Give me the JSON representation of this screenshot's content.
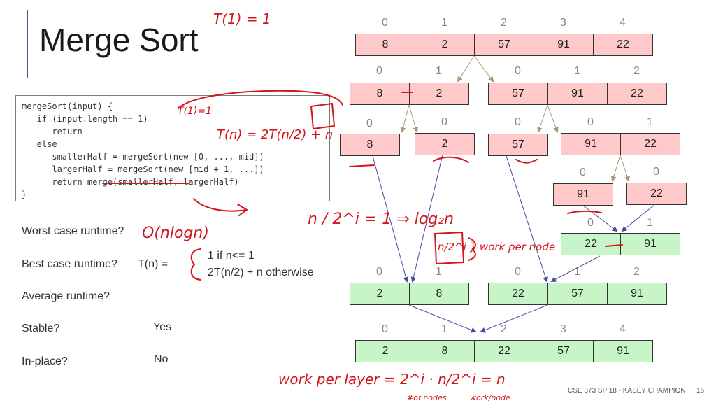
{
  "slide": {
    "title": "Merge Sort",
    "footer": "CSE 373 SP 18 - KASEY CHAMPION",
    "page_number": "16"
  },
  "code": {
    "lines": [
      "mergeSort(input) {",
      "   if (input.length == 1)",
      "      return",
      "   else",
      "      smallerHalf = mergeSort(new [0, ..., mid])",
      "      largerHalf = mergeSort(new [mid + 1, ...])",
      "      return merge(smallerHalf, largerHalf)",
      "}"
    ]
  },
  "questions": {
    "worst": "Worst case runtime?",
    "best": "Best case runtime?",
    "best_formula_prefix": "T(n) =",
    "best_case_1": "1 if n<= 1",
    "best_case_2": "2T(n/2) + n otherwise",
    "average": "Average runtime?",
    "stable": "Stable?",
    "stable_answer": "Yes",
    "inplace": "In-place?",
    "inplace_answer": "No"
  },
  "annotations": {
    "t1_top": "T(1) = 1",
    "t1_box": "T(1)=1",
    "tn": "T(n) = 2T(n/2) + n",
    "onlogn": "O(nlogn)",
    "n_over_2i": "n / 2^i = 1  ⇒  log₂n",
    "work_per_node": "n/2^i } work per node",
    "work_per_layer": "work per layer = 2^i · n/2^i = n",
    "num_nodes": "#of nodes",
    "work_node": "work/node"
  },
  "arrays": {
    "row1": {
      "indices": [
        "0",
        "1",
        "2",
        "3",
        "4"
      ],
      "values": [
        "8",
        "2",
        "57",
        "91",
        "22"
      ]
    },
    "row2": {
      "left": {
        "indices": [
          "0",
          "1"
        ],
        "values": [
          "8",
          "2"
        ]
      },
      "right": {
        "indices": [
          "0",
          "1",
          "2"
        ],
        "values": [
          "57",
          "91",
          "22"
        ]
      }
    },
    "row3": {
      "a": {
        "indices": [
          "0"
        ],
        "values": [
          "8"
        ]
      },
      "b": {
        "indices": [
          "0"
        ],
        "values": [
          "2"
        ]
      },
      "c": {
        "indices": [
          "0"
        ],
        "values": [
          "57"
        ]
      },
      "d": {
        "indices": [
          "0",
          "1"
        ],
        "values": [
          "91",
          "22"
        ]
      }
    },
    "row4": {
      "a": {
        "indices": [
          "0"
        ],
        "values": [
          "91"
        ]
      },
      "b": {
        "indices": [
          "0"
        ],
        "values": [
          "22"
        ]
      }
    },
    "row5": {
      "indices": [
        "0",
        "1"
      ],
      "values": [
        "22",
        "91"
      ]
    },
    "row6": {
      "left": {
        "indices": [
          "0",
          "1"
        ],
        "values": [
          "2",
          "8"
        ]
      },
      "right": {
        "indices": [
          "0",
          "1",
          "2"
        ],
        "values": [
          "22",
          "57",
          "91"
        ]
      }
    },
    "row7": {
      "indices": [
        "0",
        "1",
        "2",
        "3",
        "4"
      ],
      "values": [
        "2",
        "8",
        "22",
        "57",
        "91"
      ]
    }
  },
  "colors": {
    "split": "#ffc9c9",
    "merged": "#c8f5c8",
    "ink": "#d4141d",
    "accent": "#5b4a86"
  }
}
